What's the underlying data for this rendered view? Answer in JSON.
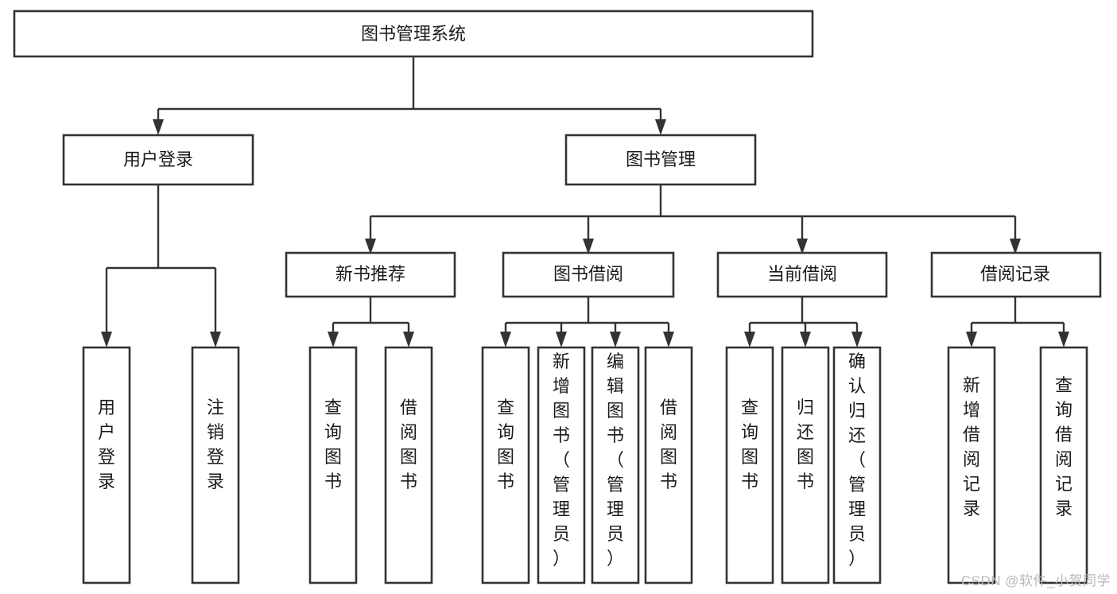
{
  "diagram": {
    "type": "tree",
    "title": "图书管理系统",
    "watermark": "CSDN @软件_小贺同学",
    "colors": {
      "background": "#ffffff",
      "box_stroke": "#333333",
      "box_fill": "#ffffff",
      "text": "#1b1b1b",
      "watermark": "#b8b8b8"
    },
    "levels": {
      "root": "图书管理系统",
      "level2": [
        "用户登录",
        "图书管理"
      ],
      "level3": [
        "新书推荐",
        "图书借阅",
        "当前借阅",
        "借阅记录"
      ],
      "leaves": [
        "用户登录",
        "注销登录",
        "查询图书",
        "借阅图书",
        "查询图书",
        "新增图书（管理员）",
        "编辑图书（管理员）",
        "借阅图书",
        "查询图书",
        "归还图书",
        "确认归还（管理员）",
        "新增借阅记录",
        "查询借阅记录"
      ]
    },
    "nodes": {
      "root": {
        "label": "图书管理系统"
      },
      "user_login": {
        "label": "用户登录"
      },
      "book_manage": {
        "label": "图书管理"
      },
      "new_book_rec": {
        "label": "新书推荐"
      },
      "book_borrow": {
        "label": "图书借阅"
      },
      "current_borrow": {
        "label": "当前借阅"
      },
      "borrow_record": {
        "label": "借阅记录"
      },
      "leaf_user_login": {
        "label": "用户登录"
      },
      "leaf_logout": {
        "label": "注销登录"
      },
      "leaf_query_book_1": {
        "label": "查询图书"
      },
      "leaf_borrow_book_1": {
        "label": "借阅图书"
      },
      "leaf_query_book_2": {
        "label": "查询图书"
      },
      "leaf_add_book_admin": {
        "label": "新增图书（管理员）"
      },
      "leaf_edit_book_admin": {
        "label": "编辑图书（管理员）"
      },
      "leaf_borrow_book_2": {
        "label": "借阅图书"
      },
      "leaf_query_book_3": {
        "label": "查询图书"
      },
      "leaf_return_book": {
        "label": "归还图书"
      },
      "leaf_confirm_return_admin": {
        "label": "确认归还（管理员）"
      },
      "leaf_add_borrow_record": {
        "label": "新增借阅记录"
      },
      "leaf_query_borrow_record": {
        "label": "查询借阅记录"
      }
    },
    "edges": [
      {
        "from": "root",
        "to": "user_login"
      },
      {
        "from": "root",
        "to": "book_manage"
      },
      {
        "from": "user_login",
        "to": "leaf_user_login"
      },
      {
        "from": "user_login",
        "to": "leaf_logout"
      },
      {
        "from": "book_manage",
        "to": "new_book_rec"
      },
      {
        "from": "book_manage",
        "to": "book_borrow"
      },
      {
        "from": "book_manage",
        "to": "current_borrow"
      },
      {
        "from": "book_manage",
        "to": "borrow_record"
      },
      {
        "from": "new_book_rec",
        "to": "leaf_query_book_1"
      },
      {
        "from": "new_book_rec",
        "to": "leaf_borrow_book_1"
      },
      {
        "from": "book_borrow",
        "to": "leaf_query_book_2"
      },
      {
        "from": "book_borrow",
        "to": "leaf_add_book_admin"
      },
      {
        "from": "book_borrow",
        "to": "leaf_edit_book_admin"
      },
      {
        "from": "book_borrow",
        "to": "leaf_borrow_book_2"
      },
      {
        "from": "current_borrow",
        "to": "leaf_query_book_3"
      },
      {
        "from": "current_borrow",
        "to": "leaf_return_book"
      },
      {
        "from": "current_borrow",
        "to": "leaf_confirm_return_admin"
      },
      {
        "from": "borrow_record",
        "to": "leaf_add_borrow_record"
      },
      {
        "from": "borrow_record",
        "to": "leaf_query_borrow_record"
      }
    ]
  }
}
